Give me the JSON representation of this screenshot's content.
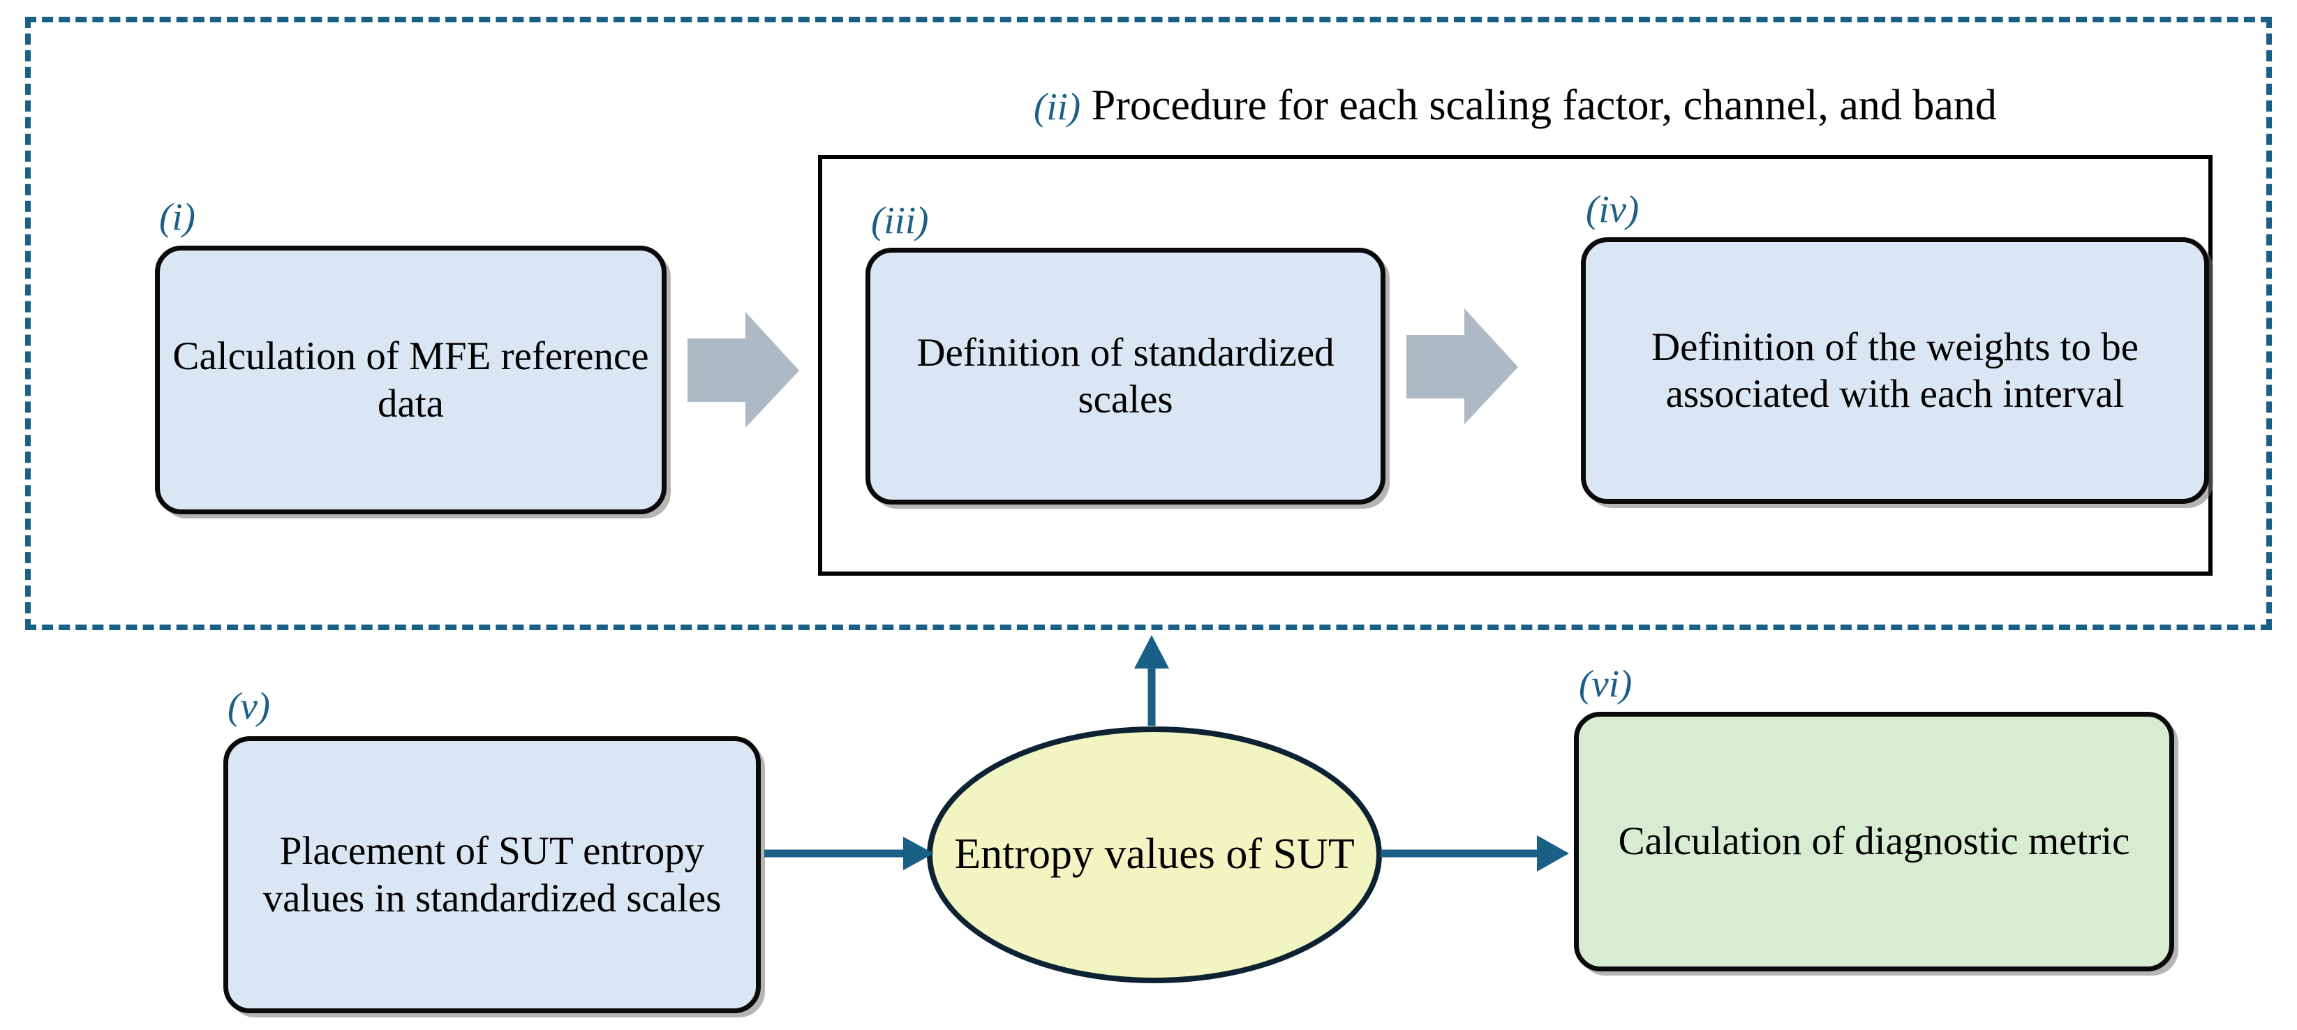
{
  "diagram": {
    "group_title": {
      "tag": "(ii)",
      "text": "Procedure for each scaling factor, channel, and band"
    },
    "colors": {
      "dashed_border": "#1a5f85",
      "solid_border": "#000000",
      "box_fill_blue": "#dbe6f4",
      "box_fill_green": "#d8ecd1",
      "ellipse_fill": "#f1f5c2",
      "ellipse_border": "#0d2233",
      "block_arrow": "#adb9c4",
      "line_arrow": "#1a5f85",
      "label_text": "#1a5f85"
    },
    "nodes": [
      {
        "id": "i",
        "tag": "(i)",
        "label": "Calculation of MFE reference data",
        "shape": "rounded-rectangle",
        "fill": "#dbe6f4"
      },
      {
        "id": "iii",
        "tag": "(iii)",
        "label": "Definition of standardized scales",
        "shape": "rounded-rectangle",
        "fill": "#dbe6f4"
      },
      {
        "id": "iv",
        "tag": "(iv)",
        "label": "Definition of the weights to be associated with each interval",
        "shape": "rounded-rectangle",
        "fill": "#dbe6f4"
      },
      {
        "id": "v",
        "tag": "(v)",
        "label": "Placement of SUT entropy values in standardized scales",
        "shape": "rounded-rectangle",
        "fill": "#dbe6f4"
      },
      {
        "id": "entropy",
        "tag": "",
        "label": "Entropy values of SUT",
        "shape": "ellipse",
        "fill": "#f1f5c2"
      },
      {
        "id": "vi",
        "tag": "(vi)",
        "label": "Calculation of diagnostic metric",
        "shape": "rounded-rectangle",
        "fill": "#d8ecd1"
      }
    ],
    "connectors": [
      {
        "id": "i-to-iii",
        "from": "i",
        "to": "iii",
        "style": "block-arrow",
        "direction": "right"
      },
      {
        "id": "iii-to-iv",
        "from": "iii",
        "to": "iv",
        "style": "block-arrow",
        "direction": "right"
      },
      {
        "id": "v-to-entropy",
        "from": "v",
        "to": "entropy",
        "style": "line-arrow",
        "direction": "right"
      },
      {
        "id": "entropy-to-vi",
        "from": "entropy",
        "to": "vi",
        "style": "line-arrow",
        "direction": "right"
      },
      {
        "id": "entropy-to-group",
        "from": "entropy",
        "to": "ii",
        "style": "line-arrow",
        "direction": "up"
      }
    ]
  }
}
